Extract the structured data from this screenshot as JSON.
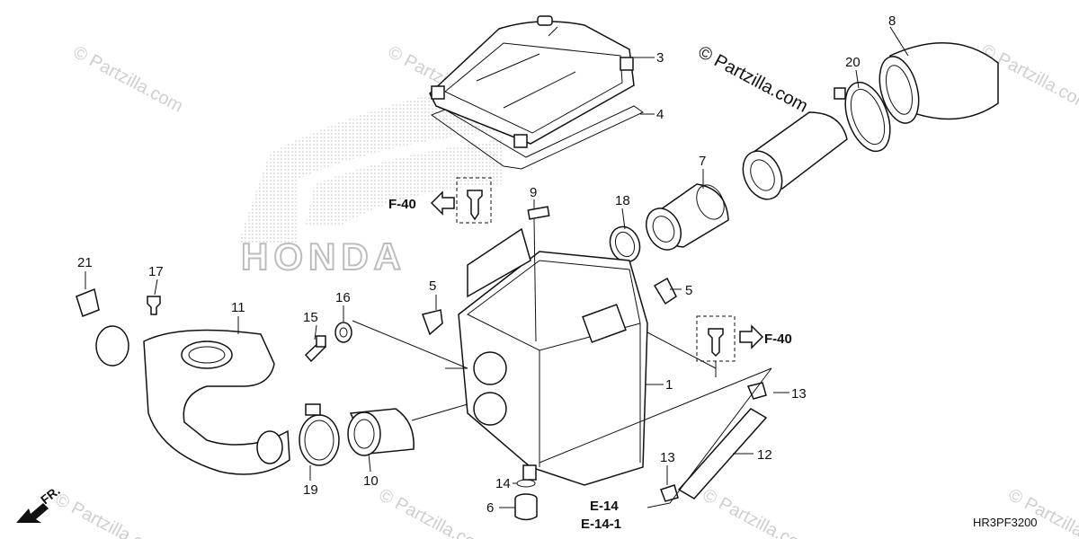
{
  "watermarks": [
    "© Partzilla.com"
  ],
  "copyright": "© Partzilla.com",
  "brand": "HONDA",
  "direction_label": "FR.",
  "drawing_code": "HR3PF3200",
  "refs": {
    "f40_left": "F-40",
    "f40_right": "F-40",
    "e14": "E-14",
    "e14_1": "E-14-1"
  },
  "callouts": {
    "c1": "1",
    "c3": "3",
    "c4": "4",
    "c5a": "5",
    "c5b": "5",
    "c6": "6",
    "c7": "7",
    "c8": "8",
    "c9": "9",
    "c10": "10",
    "c11": "11",
    "c12": "12",
    "c13a": "13",
    "c13b": "13",
    "c14": "14",
    "c15": "15",
    "c16": "16",
    "c17": "17",
    "c18": "18",
    "c19": "19",
    "c20": "20",
    "c21": "21"
  }
}
